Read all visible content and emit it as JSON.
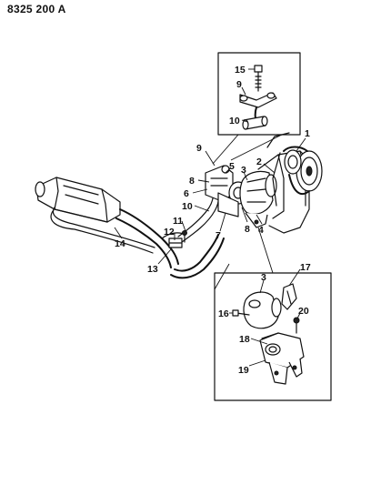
{
  "figure_code": "8325 200 A",
  "callouts": {
    "c1": "1",
    "c2": "2",
    "c3": "3",
    "c4": "4",
    "c5": "5",
    "c6": "6",
    "c7": "7",
    "c8a": "8",
    "c8b": "8",
    "c9a": "9",
    "c10a": "10",
    "c11": "11",
    "c12": "12",
    "c13": "13",
    "c14": "14",
    "c15": "15",
    "c9b": "9",
    "c10b": "10",
    "c3b": "3",
    "c16": "16",
    "c17": "17",
    "c18": "18",
    "c19": "19",
    "c20": "20"
  }
}
